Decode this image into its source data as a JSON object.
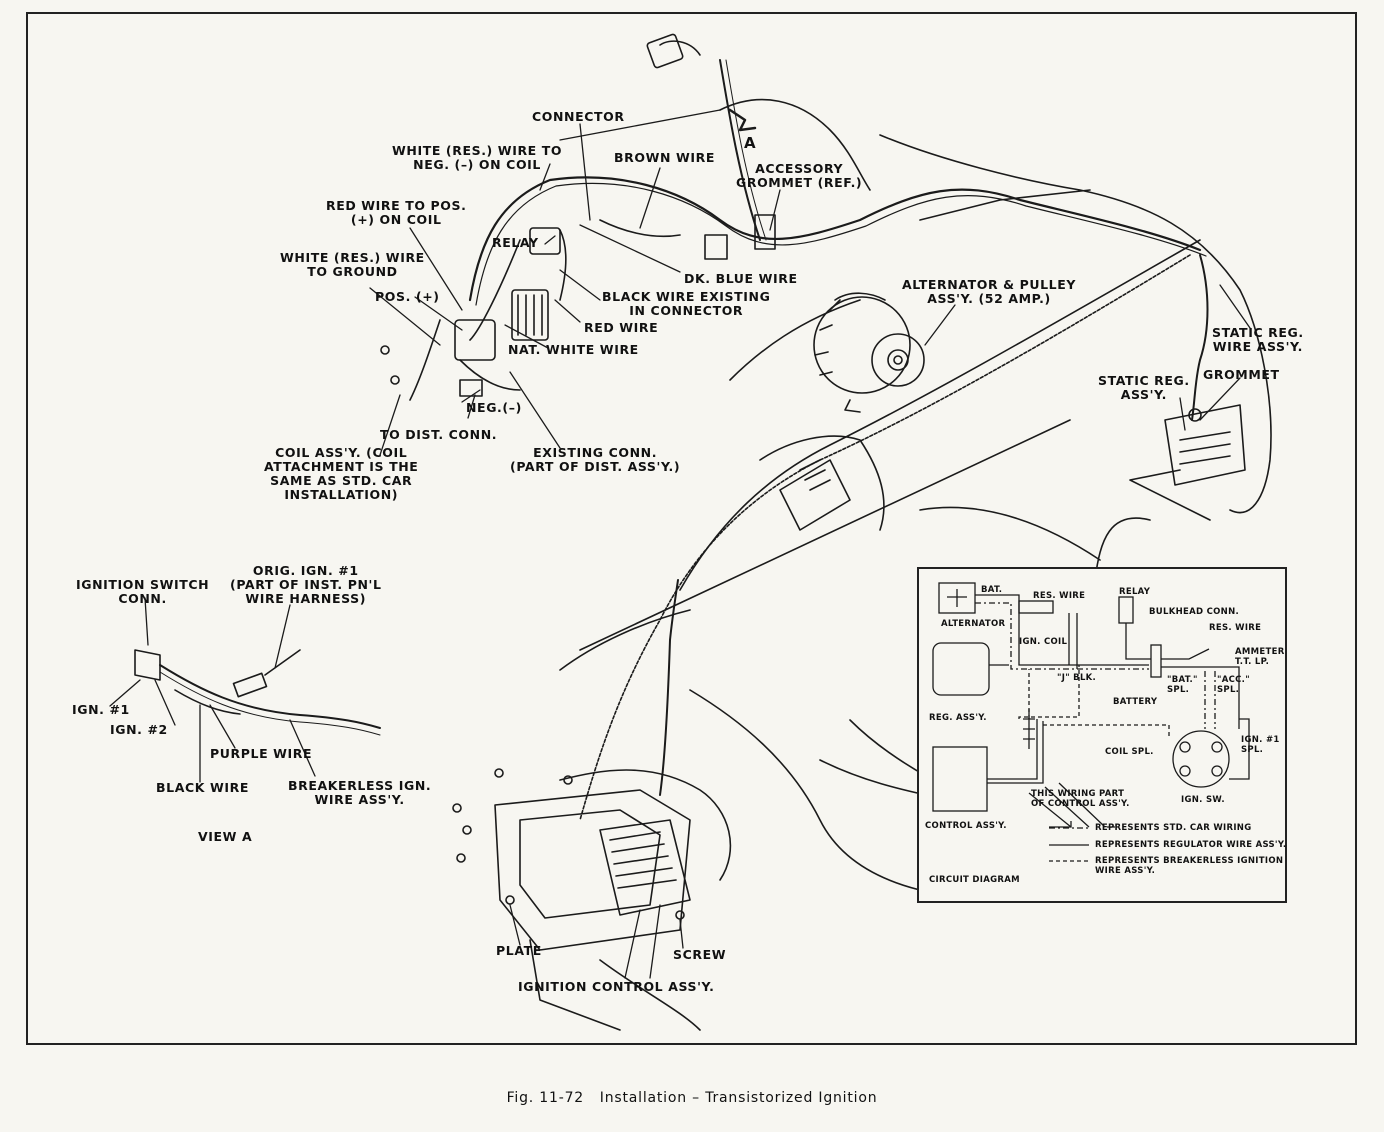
{
  "caption": {
    "fig": "Fig. 11-72",
    "title": "Installation – Transistorized Ignition"
  },
  "labels": {
    "connector": "CONNECTOR",
    "a_marker": "A",
    "white_res_wire_to_neg": "WHITE (RES.) WIRE TO\nNEG. (–) ON COIL",
    "brown_wire": "BROWN WIRE",
    "accessory_grommet": "ACCESSORY\nGROMMET (REF.)",
    "red_wire_to_pos": "RED WIRE TO POS.\n(+) ON COIL",
    "white_res_wire_to_ground": "WHITE (RES.) WIRE\nTO GROUND",
    "relay": "RELAY",
    "dk_blue_wire": "DK. BLUE WIRE",
    "pos_plus": "POS. (+)",
    "black_wire_existing": "BLACK WIRE EXISTING\nIN CONNECTOR",
    "red_wire": "RED WIRE",
    "nat_white_wire": "NAT. WHITE WIRE",
    "alternator_pulley": "ALTERNATOR & PULLEY\nASS'Y. (52 AMP.)",
    "static_reg_wire": "STATIC REG.\nWIRE ASS'Y.",
    "static_reg_assy": "STATIC REG.\nASS'Y.",
    "grommet": "GROMMET",
    "neg_minus": "NEG.(–)",
    "to_dist_conn": "TO DIST. CONN.",
    "coil_assy": "COIL ASS'Y. (COIL\nATTACHMENT IS THE\nSAME AS STD. CAR\nINSTALLATION)",
    "existing_conn": "EXISTING CONN.\n(PART OF DIST. ASS'Y.)",
    "ignition_switch_conn": "IGNITION SWITCH\nCONN.",
    "orig_ign": "ORIG. IGN. #1\n(PART OF INST. PN'L\nWIRE HARNESS)",
    "ign_1": "IGN. #1",
    "ign_2": "IGN. #2",
    "purple_wire": "PURPLE WIRE",
    "black_wire": "BLACK WIRE",
    "breakerless_ign": "BREAKERLESS IGN.\nWIRE ASS'Y.",
    "view_a": "VIEW A",
    "plate": "PLATE",
    "screw": "SCREW",
    "ignition_control_assy": "IGNITION CONTROL ASS'Y."
  },
  "circuit_diagram": {
    "title": "CIRCUIT DIAGRAM",
    "alternator": "ALTERNATOR",
    "bat": "BAT.",
    "res_wire_1": "RES. WIRE",
    "ign_coil": "IGN. COIL",
    "relay": "RELAY",
    "bulkhead_conn": "BULKHEAD CONN.",
    "res_wire_2": "RES. WIRE",
    "ammeter": "AMMETER\nT.T. LP.",
    "j_blk": "\"J\" BLK.",
    "bat_spl": "\"BAT.\"\nSPL.",
    "acc_spl": "\"ACC.\"\nSPL.",
    "battery": "BATTERY",
    "reg_assy": "REG. ASS'Y.",
    "coil_spl": "COIL SPL.",
    "ign_1_spl": "IGN. #1\nSPL.",
    "this_wiring": "THIS WIRING PART\nOF CONTROL ASS'Y.",
    "ign_sw": "IGN. SW.",
    "control_assy": "CONTROL ASS'Y.",
    "legend": [
      "REPRESENTS STD. CAR WIRING",
      "REPRESENTS REGULATOR WIRE ASS'Y.",
      "REPRESENTS BREAKERLESS IGNITION\nWIRE ASS'Y."
    ]
  }
}
